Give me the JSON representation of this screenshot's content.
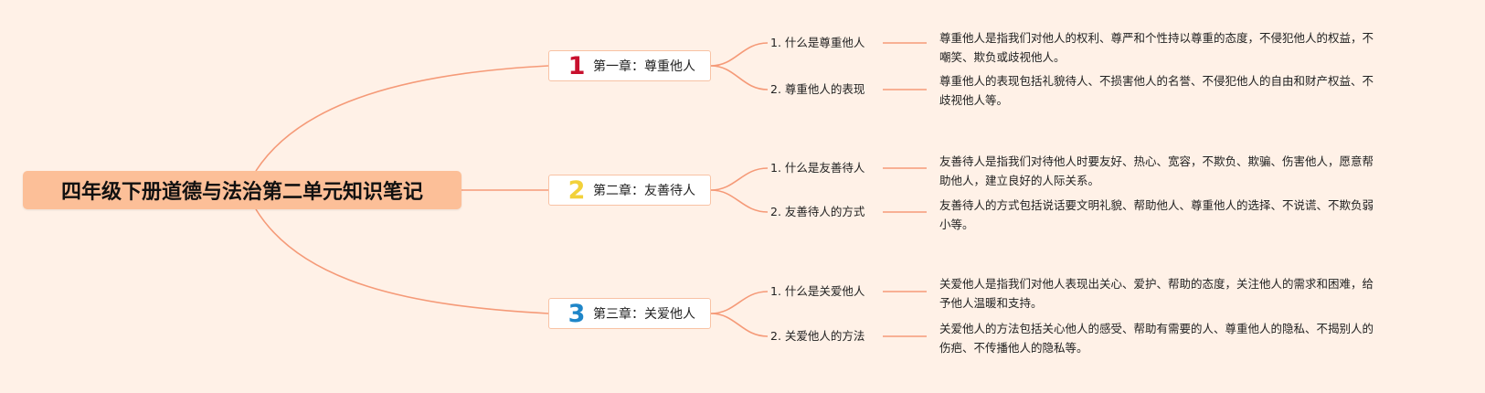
{
  "root": {
    "title": "四年级下册道德与法治第二单元知识笔记"
  },
  "chapters": [
    {
      "num": "1",
      "num_color": "#c8102e",
      "title": "第一章：尊重他人",
      "items": [
        {
          "label": "1. 什么是尊重他人",
          "desc": "尊重他人是指我们对他人的权利、尊严和个性持以尊重的态度，不侵犯他人的权益，不嘲笑、欺负或歧视他人。"
        },
        {
          "label": "2. 尊重他人的表现",
          "desc": "尊重他人的表现包括礼貌待人、不损害他人的名誉、不侵犯他人的自由和财产权益、不歧视他人等。"
        }
      ]
    },
    {
      "num": "2",
      "num_color": "#f2d13a",
      "title": "第二章：友善待人",
      "items": [
        {
          "label": "1. 什么是友善待人",
          "desc": "友善待人是指我们对待他人时要友好、热心、宽容，不欺负、欺骗、伤害他人，愿意帮助他人，建立良好的人际关系。"
        },
        {
          "label": "2. 友善待人的方式",
          "desc": "友善待人的方式包括说话要文明礼貌、帮助他人、尊重他人的选择、不说谎、不欺负弱小等。"
        }
      ]
    },
    {
      "num": "3",
      "num_color": "#1f86c8",
      "title": "第三章：关爱他人",
      "items": [
        {
          "label": "1. 什么是关爱他人",
          "desc": "关爱他人是指我们对他人表现出关心、爱护、帮助的态度，关注他人的需求和困难，给予他人温暖和支持。"
        },
        {
          "label": "2. 关爱他人的方法",
          "desc": "关爱他人的方法包括关心他人的感受、帮助有需要的人、尊重他人的隐私、不揭别人的伤疤、不传播他人的隐私等。"
        }
      ]
    }
  ],
  "colors": {
    "background": "#fff1e7",
    "root_fill": "#fcbf98",
    "link": "#f59a78",
    "chapter_border": "#f8c2a4"
  }
}
